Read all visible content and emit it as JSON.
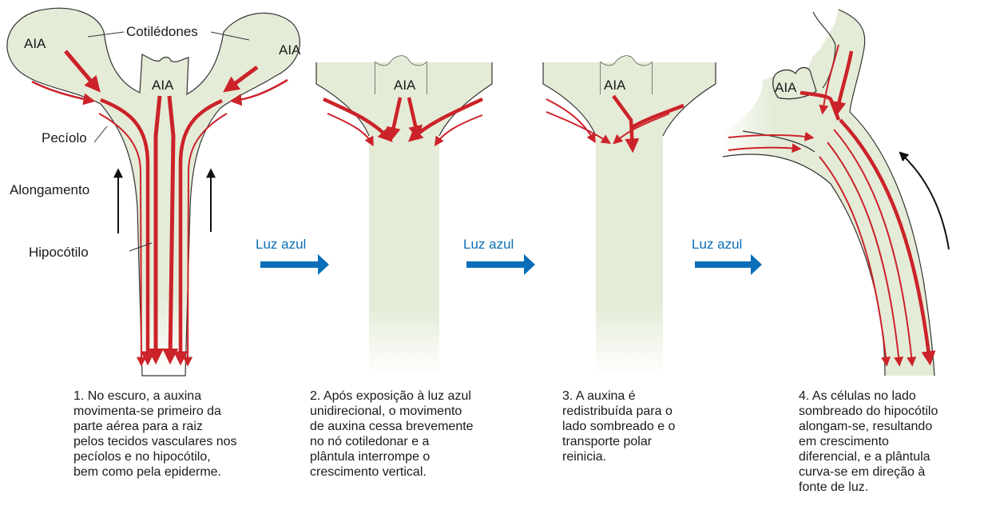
{
  "colors": {
    "tissue_fill": "#e4ecd8",
    "auxin_arrow": "#cc2229",
    "light_arrow": "#0a6fb8",
    "growth_arrow": "#111111",
    "outline": "#333333"
  },
  "panel1": {
    "aia_left": "AIA",
    "aia_center": "AIA",
    "aia_right": "AIA",
    "label_cotyledons": "Cotilédones",
    "label_petiole": "Pecíolo",
    "label_elongation": "Alongamento",
    "label_hypocotyl": "Hipocótilo"
  },
  "panel2": {
    "aia": "AIA"
  },
  "panel3": {
    "aia": "AIA"
  },
  "panel4": {
    "aia": "AIA"
  },
  "light_arrows": [
    "Luz azul",
    "Luz azul",
    "Luz azul"
  ],
  "captions": [
    [
      "1. No escuro, a auxina",
      "movimenta-se primeiro da",
      "parte aérea para a raiz",
      "pelos tecidos vasculares nos",
      "pecíolos e no hipocótilo,",
      "bem como pela epiderme."
    ],
    [
      "2. Após exposição à luz azul",
      "unidirecional, o movimento",
      "de auxina cessa brevemente",
      "no nó cotiledonar e a",
      "plântula interrompe o",
      "crescimento vertical."
    ],
    [
      "3. A auxina é",
      "redistribuída para o",
      "lado sombreado e o",
      "transporte polar",
      "reinicia."
    ],
    [
      "4. As células no lado",
      "sombreado do hipocótilo",
      "alongam-se, resultando",
      "em crescimento",
      "diferencial, e a plântula",
      "curva-se em direção à",
      "fonte de luz."
    ]
  ]
}
